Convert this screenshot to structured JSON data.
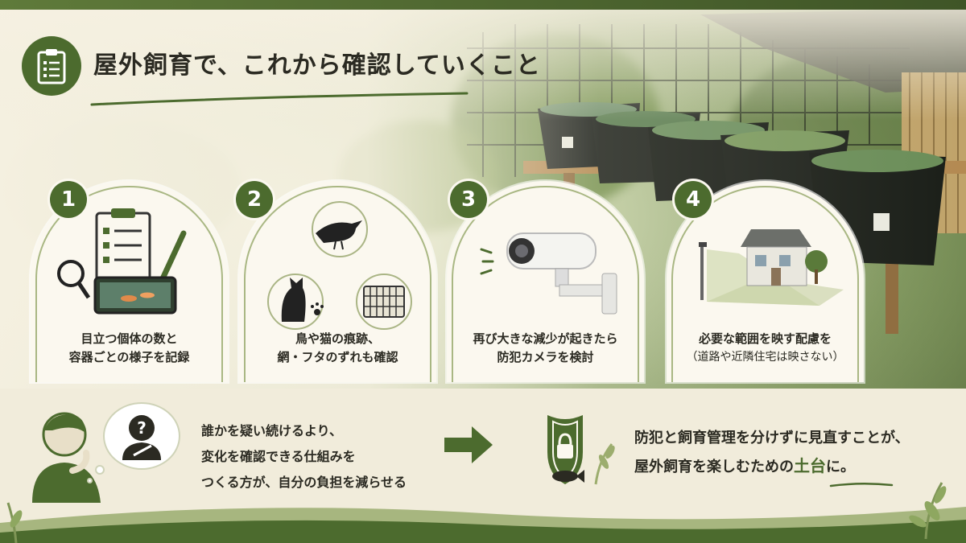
{
  "title": "屋外飼育で、これから確認していくこと",
  "icons": {
    "title": "clipboard-icon",
    "card1": "checklist-aquarium-icon",
    "card2": "bird-cat-trap-icon",
    "card3": "security-camera-icon",
    "card4": "house-camera-range-icon",
    "thinking": "thinking-person-icon",
    "arrow": "right-arrow-icon",
    "shield": "shield-lock-fish-icon"
  },
  "cards": [
    {
      "number": "1",
      "line1": "目立つ個体の数と",
      "line2": "容器ごとの様子を記録",
      "sub": ""
    },
    {
      "number": "2",
      "line1": "鳥や猫の痕跡、",
      "line2": "網・フタのずれも確認",
      "sub": ""
    },
    {
      "number": "3",
      "line1": "再び大きな減少が起きたら",
      "line2": "防犯カメラを検討",
      "sub": ""
    },
    {
      "number": "4",
      "line1": "必要な範囲を映す配慮を",
      "line2": "",
      "sub": "（道路や近隣住宅は映さない）"
    }
  ],
  "bottom": {
    "left_lines": [
      "誰かを疑い続けるより、",
      "変化を確認できる仕組みを",
      "つくる方が、自分の負担を減らせる"
    ],
    "right_line1": "防犯と飼育管理を分けずに見直すことが、",
    "right_line2_prefix": "屋外飼育を楽しむための",
    "right_line2_accent": "土台",
    "right_line2_suffix": "に。"
  },
  "colors": {
    "accent": "#4c6b2e",
    "panel": "#f1ecdb",
    "text": "#2b2a22"
  }
}
